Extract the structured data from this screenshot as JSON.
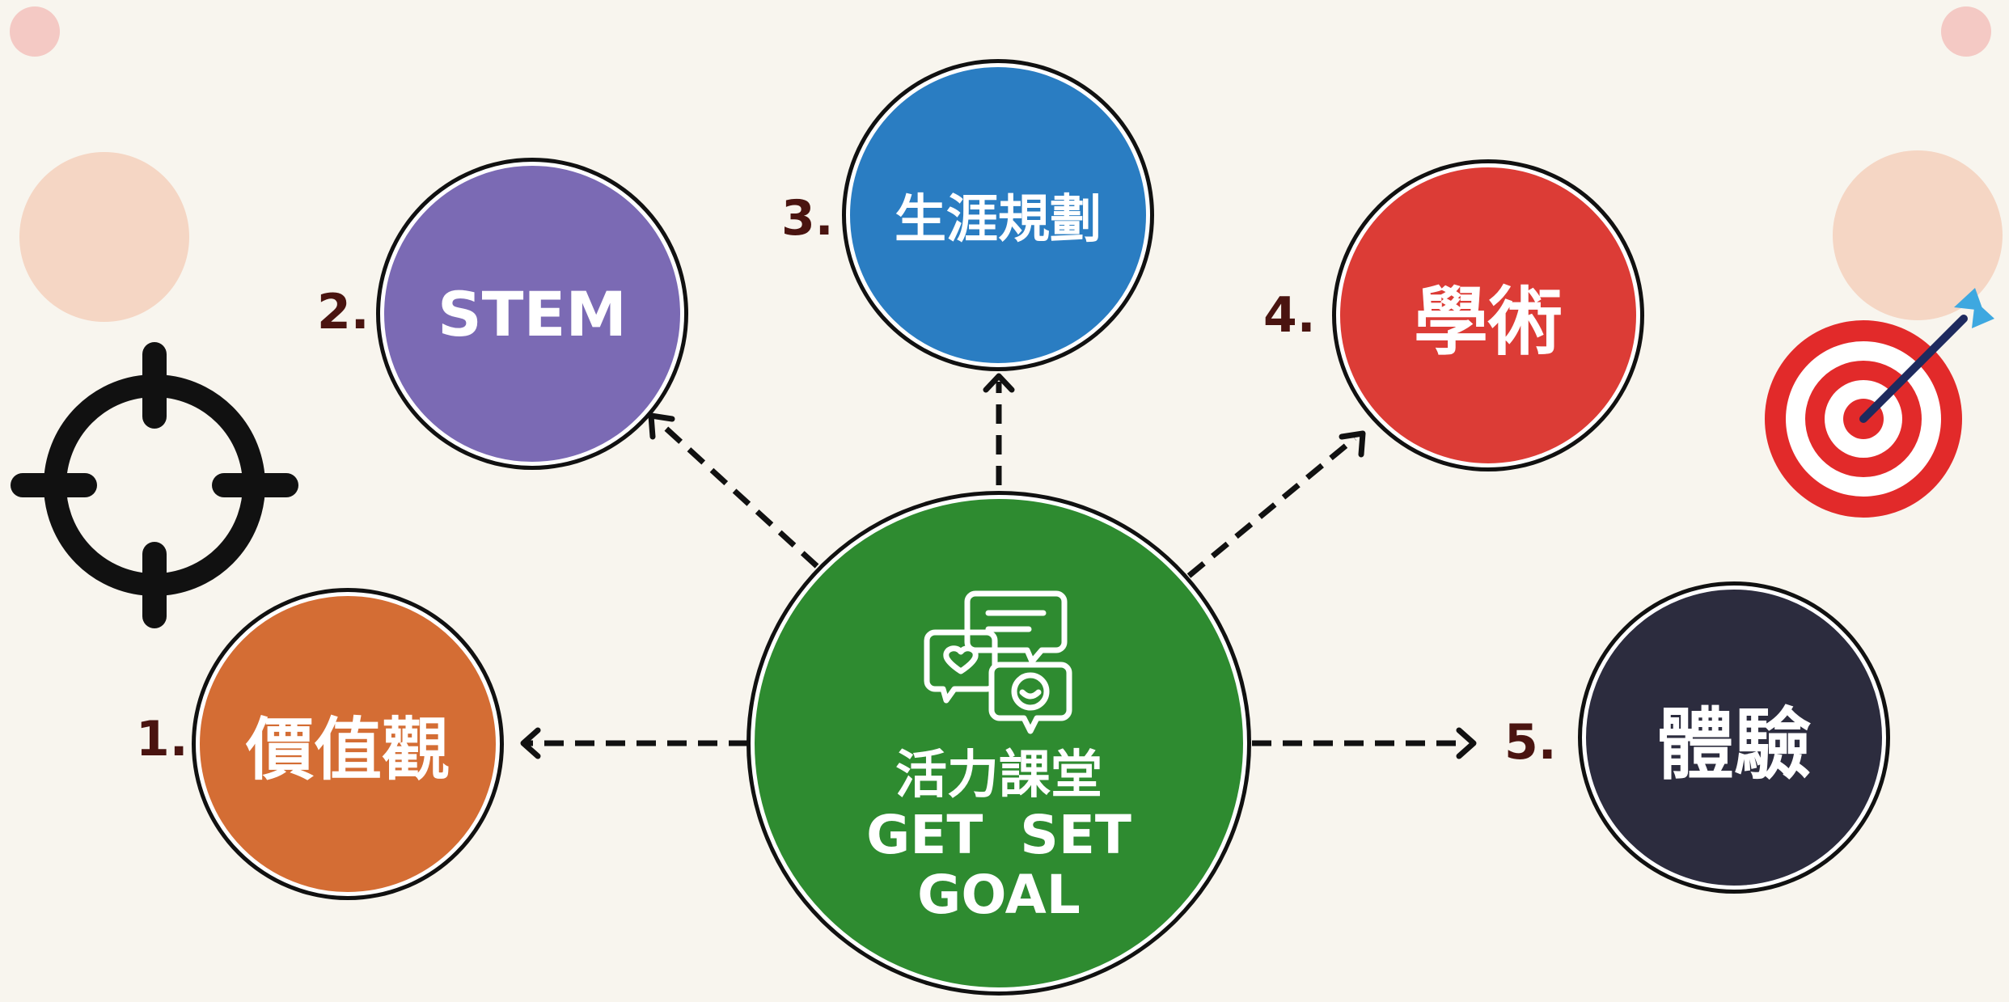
{
  "colors": {
    "background": "#f8f5ee",
    "number_text": "#4a1410",
    "center": "#2e8b30",
    "values": "#d46d34",
    "stem": "#7b6ab4",
    "career": "#2a7dc2",
    "academic": "#dc3c36",
    "experience": "#2c2c3e",
    "decor_pink": "#f4c9c4",
    "decor_peach": "#f5d6c4"
  },
  "icons": {
    "center": "chat-bubbles-icon",
    "left_decor": "crosshair-icon",
    "right_decor": "dartboard-target-icon"
  },
  "center": {
    "line1": "活力課堂",
    "line2": "GET  SET",
    "line3": "GOAL"
  },
  "nodes": [
    {
      "number": "1.",
      "label": "價值觀"
    },
    {
      "number": "2.",
      "label": "STEM"
    },
    {
      "number": "3.",
      "label": "生涯規劃"
    },
    {
      "number": "4.",
      "label": "學術"
    },
    {
      "number": "5.",
      "label": "體驗"
    }
  ]
}
